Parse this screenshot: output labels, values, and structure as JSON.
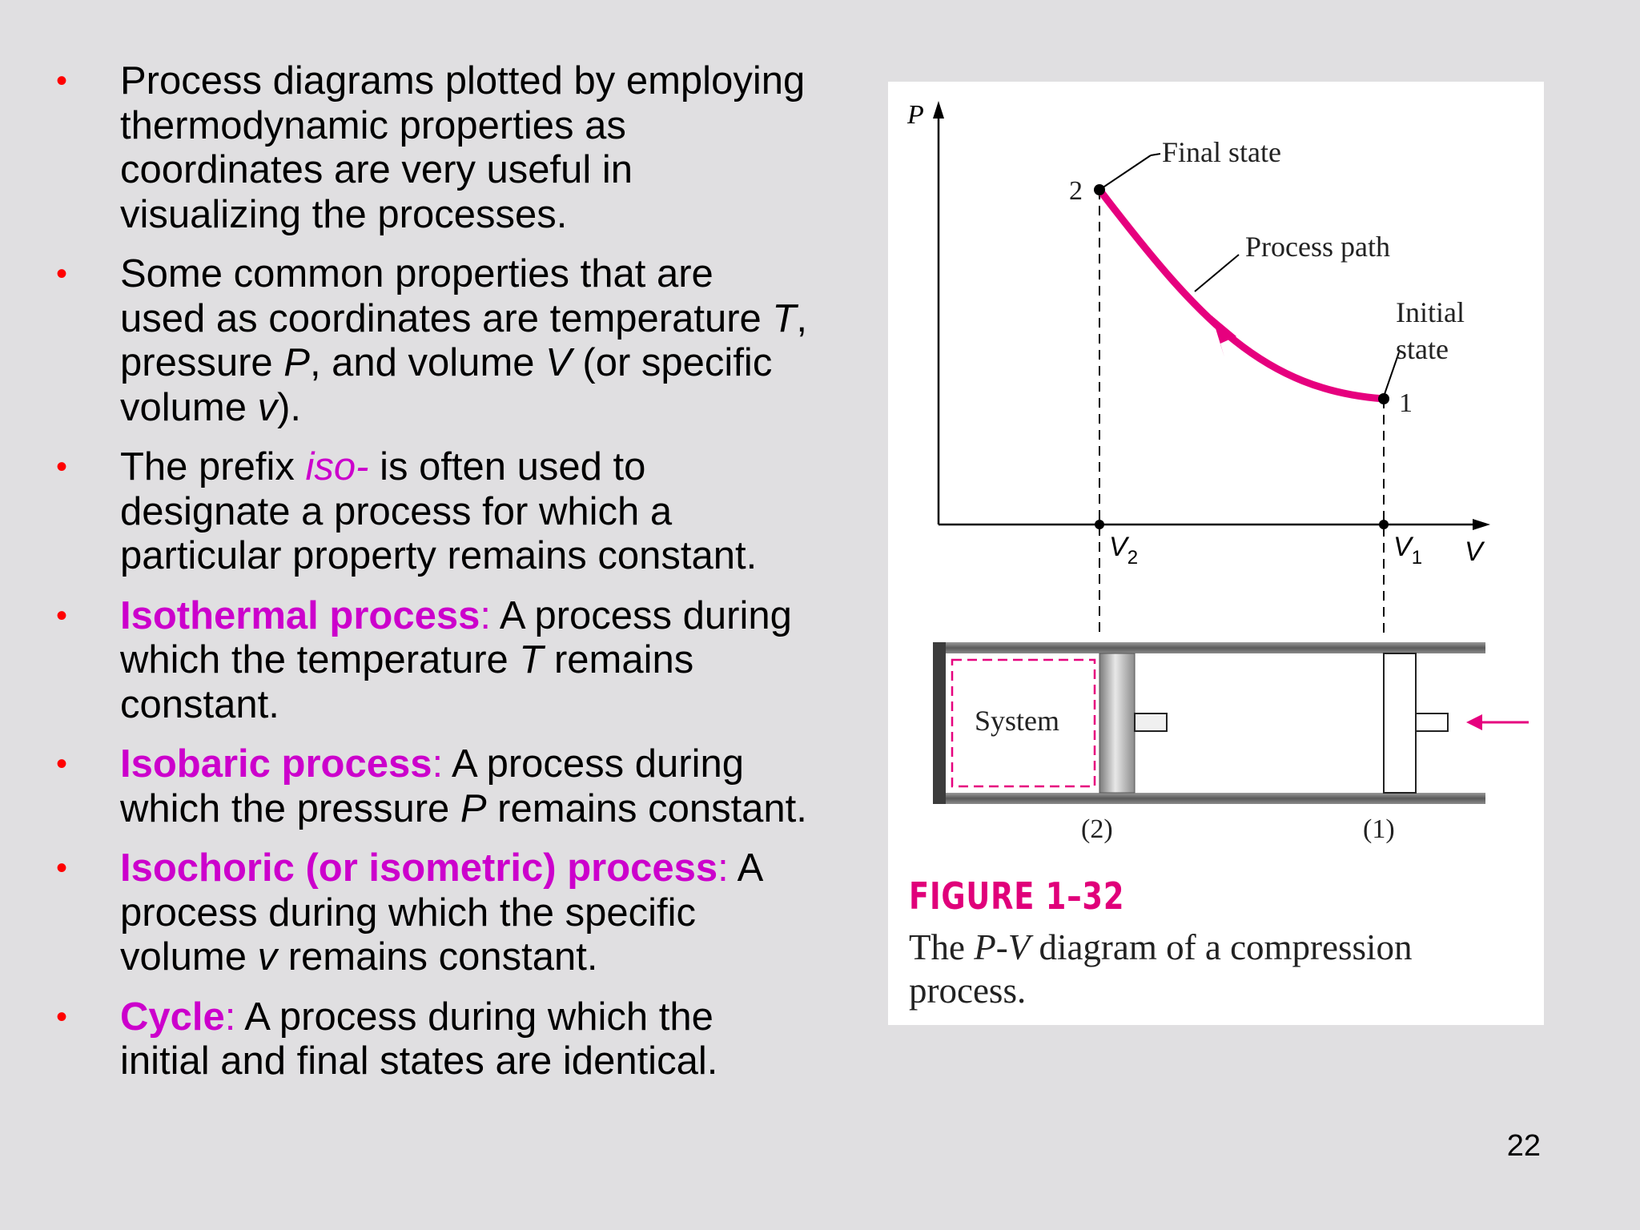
{
  "bullets": [
    {
      "segments": [
        {
          "text": "Process diagrams plotted by employing thermodynamic properties as coordinates are very useful in visualizing the processes."
        }
      ]
    },
    {
      "segments": [
        {
          "text": "Some common properties that are used as coordinates are temperature "
        },
        {
          "text": "T",
          "style": "var"
        },
        {
          "text": ", pressure "
        },
        {
          "text": "P",
          "style": "var"
        },
        {
          "text": ", and volume "
        },
        {
          "text": "V",
          "style": "var"
        },
        {
          "text": " (or specific volume "
        },
        {
          "text": "v",
          "style": "var"
        },
        {
          "text": ")."
        }
      ]
    },
    {
      "segments": [
        {
          "text": "The prefix "
        },
        {
          "text": "iso-",
          "style": "iso-term"
        },
        {
          "text": " is often used to designate a process for which a particular property remains constant."
        }
      ]
    },
    {
      "segments": [
        {
          "text": "Isothermal process",
          "style": "term"
        },
        {
          "text": ":",
          "style": "colon"
        },
        {
          "text": " A process during which the temperature "
        },
        {
          "text": "T",
          "style": "var"
        },
        {
          "text": " remains constant."
        }
      ]
    },
    {
      "segments": [
        {
          "text": "Isobaric process",
          "style": "term"
        },
        {
          "text": ":",
          "style": "colon"
        },
        {
          "text": " A process during which the pressure "
        },
        {
          "text": "P",
          "style": "var"
        },
        {
          "text": " remains constant."
        }
      ]
    },
    {
      "segments": [
        {
          "text": "Isochoric (or isometric) process",
          "style": "term"
        },
        {
          "text": ":",
          "style": "colon"
        },
        {
          "text": " A process during which the specific volume "
        },
        {
          "text": "v",
          "style": "var"
        },
        {
          "text": " remains constant."
        }
      ]
    },
    {
      "segments": [
        {
          "text": "Cycle",
          "style": "term"
        },
        {
          "text": ":",
          "style": "colon"
        },
        {
          "text": " A process during which the initial and final states are identical."
        }
      ]
    }
  ],
  "bullet_symbol": "•",
  "figure": {
    "axis_p": "P",
    "axis_v": "V",
    "v2_base": "V",
    "v2_sub": "2",
    "v1_base": "V",
    "v1_sub": "1",
    "point_2": "2",
    "point_1": "1",
    "final_state": "Final state",
    "process_path": "Process path",
    "initial_state_line1": "Initial",
    "initial_state_line2": "state",
    "system": "System",
    "position_2": "(2)",
    "position_1": "(1)",
    "number": "FIGURE 1–32",
    "caption_prefix": "The ",
    "caption_var": "P-V",
    "caption_suffix": " diagram of a compression process."
  },
  "colors": {
    "bullet": "#ff0000",
    "term": "#cc00cc",
    "curve": "#e6007e",
    "figure_number": "#e0007a"
  },
  "slide_number": "22"
}
